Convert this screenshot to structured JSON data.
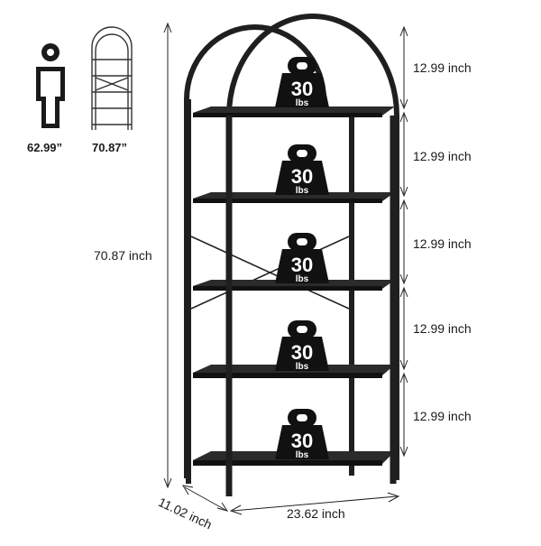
{
  "comparison": {
    "person_height": "62.99”",
    "shelf_height": "70.87”"
  },
  "dimensions": {
    "total_height": "70.87 inch",
    "depth": "11.02 inch",
    "width": "23.62 inch",
    "shelf_spacing": [
      "12.99 inch",
      "12.99 inch",
      "12.99 inch",
      "12.99 inch",
      "12.99 inch"
    ]
  },
  "weight_badges": [
    {
      "value": "30",
      "unit": "lbs"
    },
    {
      "value": "30",
      "unit": "lbs"
    },
    {
      "value": "30",
      "unit": "lbs"
    },
    {
      "value": "30",
      "unit": "lbs"
    },
    {
      "value": "30",
      "unit": "lbs"
    }
  ],
  "colors": {
    "frame": "#1f1f1f",
    "shelf_top": "#2b2b2b",
    "dimension_line": "#222222",
    "background": "#ffffff"
  }
}
